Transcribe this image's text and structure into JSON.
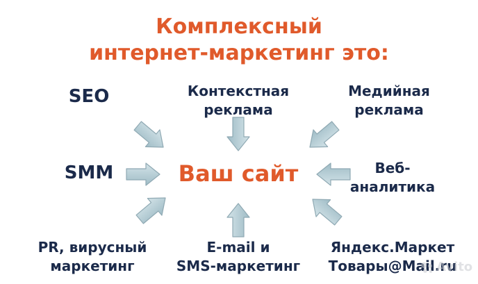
{
  "title": {
    "line1": "Комплексный",
    "line2": "интернет-маркетинг это:"
  },
  "center": {
    "label": "Ваш сайт"
  },
  "nodes": {
    "seo": "SEO",
    "context": {
      "line1": "Контекстная",
      "line2": "реклама"
    },
    "media": {
      "line1": "Медийная",
      "line2": "реклама"
    },
    "smm": "SMM",
    "web": {
      "line1": "Веб-",
      "line2": "аналитика"
    },
    "pr": {
      "line1": "PR, вирусный",
      "line2": "маркетинг"
    },
    "email": {
      "line1": "E-mail и",
      "line2": "SMS-маркетинг"
    },
    "yandex": {
      "line1": "Яндекс.Маркет",
      "line2": "Товары@Mail.ru"
    }
  },
  "watermark": {
    "text": "Avito"
  },
  "colors": {
    "title": "#e05a2b",
    "center": "#e05a2b",
    "nodes": "#1b2a4a",
    "arrow_fill": "#b9cfd6",
    "arrow_stroke": "#8fa9b3"
  },
  "icons": {
    "arrow": "arrow-icon",
    "watermark_logo": "avito-logo-icon"
  }
}
